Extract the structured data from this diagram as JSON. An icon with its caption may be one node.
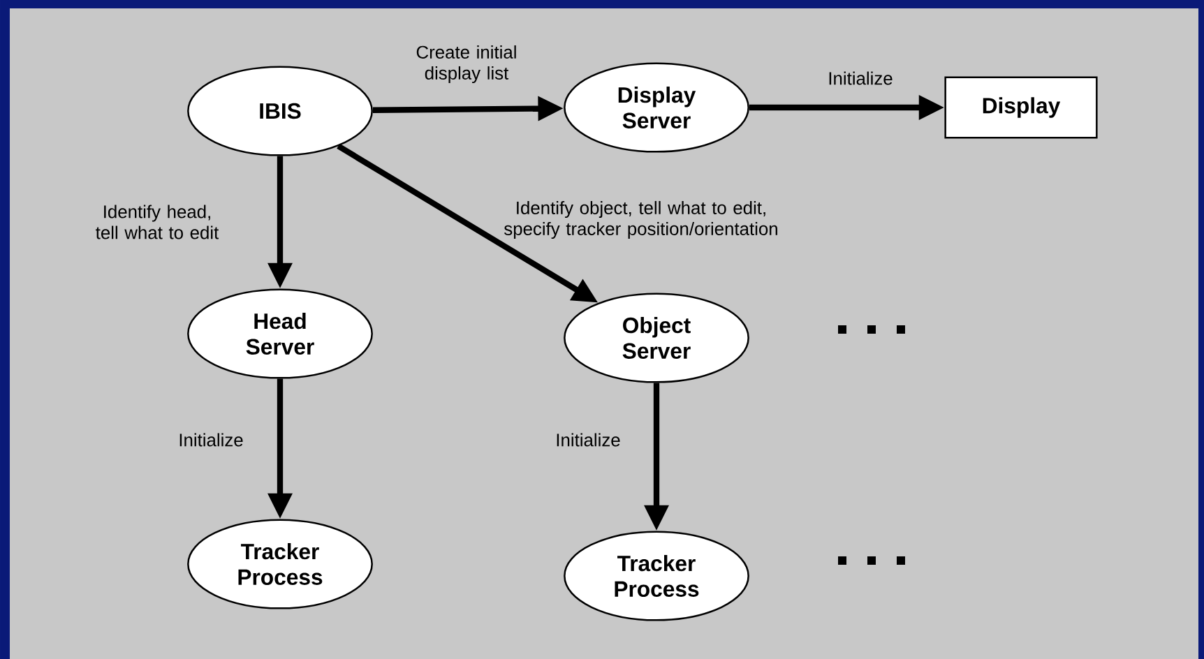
{
  "diagram": {
    "nodes": [
      {
        "text": [
          "IBIS"
        ]
      },
      {
        "text": [
          "Display Server"
        ]
      },
      {
        "text": [
          "Display"
        ]
      },
      {
        "text": [
          "Head Server"
        ]
      },
      {
        "text": [
          "Object Server"
        ]
      },
      {
        "text": [
          "Tracker Process"
        ]
      },
      {
        "text": [
          "Tracker Process"
        ]
      }
    ],
    "edges": [
      {
        "from": 0,
        "to": 1,
        "arrow": "to",
        "label": "Create initial display list"
      },
      {
        "from": 1,
        "to": 2,
        "arrow": "to",
        "label": "Initialize"
      },
      {
        "from": 0,
        "to": 3,
        "arrow": "to",
        "label": "Identify head, tell what to edit"
      },
      {
        "from": 0,
        "to": 4,
        "arrow": "to",
        "label": "Identify object, tell what to edit, specify tracker position/orientation"
      },
      {
        "from": 3,
        "to": 5,
        "arrow": "to",
        "label": "Initialize"
      },
      {
        "from": 4,
        "to": 6,
        "arrow": "to",
        "label": "Initialize"
      }
    ]
  }
}
